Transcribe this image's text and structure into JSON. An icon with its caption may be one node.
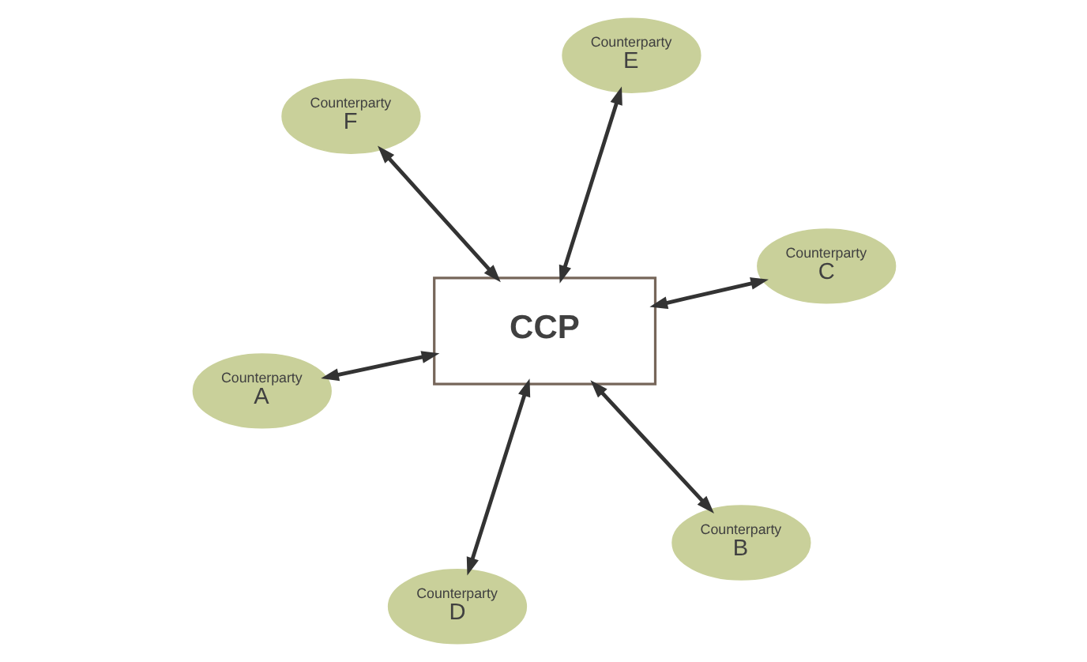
{
  "diagram": {
    "nodes": [
      {
        "text": [
          "Counterparty",
          "A"
        ]
      },
      {
        "text": [
          "Counterparty",
          "B"
        ]
      },
      {
        "text": [
          "CCP"
        ]
      },
      {
        "text": [
          "Counterparty",
          "F"
        ]
      },
      {
        "text": [
          "Counterparty",
          "C"
        ]
      },
      {
        "text": [
          "Counterparty",
          "E"
        ]
      },
      {
        "text": [
          "Counterparty",
          "D"
        ]
      }
    ],
    "edges": [
      {
        "from": 2,
        "to": 0,
        "arrow": "both"
      },
      {
        "from": 2,
        "to": 1,
        "arrow": "both"
      },
      {
        "from": 2,
        "to": 4,
        "arrow": "both"
      },
      {
        "from": 2,
        "to": 6,
        "arrow": "both"
      },
      {
        "from": 2,
        "to": 5,
        "arrow": "both"
      },
      {
        "from": 2,
        "to": 3,
        "arrow": "both"
      }
    ]
  }
}
